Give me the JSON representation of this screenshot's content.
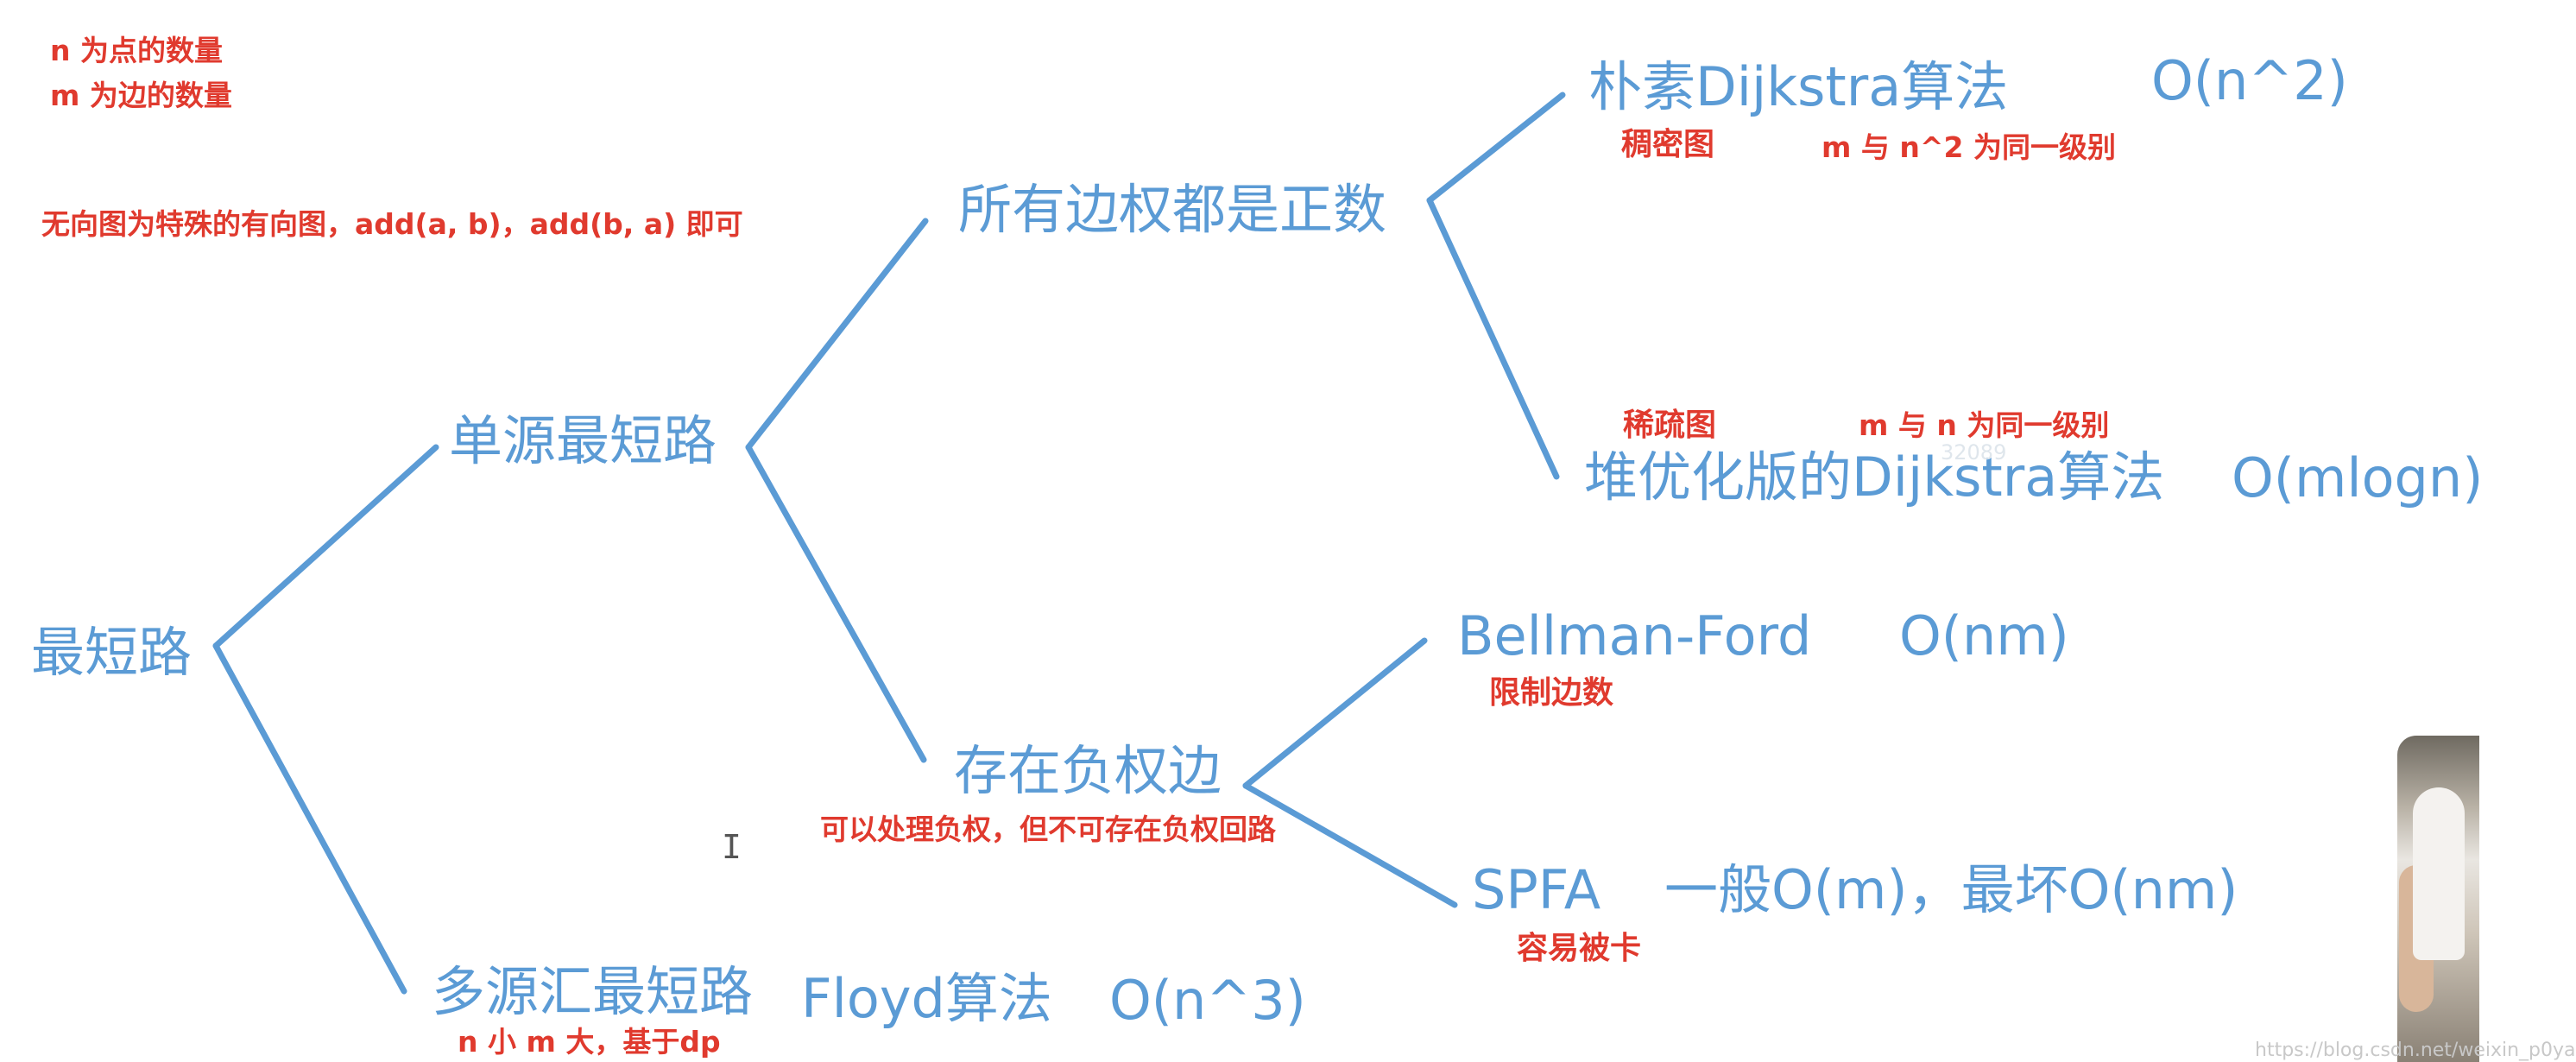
{
  "top_notes": {
    "n_line": "n  为点的数量",
    "m_line": "m 为边的数量",
    "undirected_line": "无向图为特殊的有向图，add(a, b)，add(b, a) 即可"
  },
  "nodes": {
    "root": "最短路",
    "single_source": "单源最短路",
    "all_positive": "所有边权都是正数",
    "naive_dijkstra": "朴素Dijkstra算法",
    "naive_dijkstra_complexity": "O(n^2)",
    "heap_dijkstra": "堆优化版的Dijkstra算法",
    "heap_dijkstra_complexity": "O(mlogn)",
    "negative_edges": "存在负权边",
    "bellman_ford": "Bellman-Ford",
    "bellman_ford_complexity": "O(nm)",
    "spfa": "SPFA",
    "spfa_complexity": "一般O(m)，最坏O(nm)",
    "multi_source": "多源汇最短路",
    "floyd": "Floyd算法",
    "floyd_complexity": "O(n^3)"
  },
  "annotations": {
    "dense_graph": "稠密图",
    "dense_relation": "m 与  n^2 为同一级别",
    "sparse_graph": "稀疏图",
    "sparse_relation": "m 与  n 为同一级别",
    "bellman_ford_note": "限制边数",
    "negative_note": "可以处理负权，但不可存在负权回路",
    "spfa_note": "容易被卡",
    "floyd_note": "n 小 m 大，基于dp"
  },
  "watermarks": {
    "center": "32089",
    "corner": "https://blog.csdn.net/weixin_p0ya"
  },
  "colors": {
    "branch": "#5b9bd5",
    "node_text": "#5b9bd5",
    "note_text": "#e03a2e",
    "background": "#ffffff"
  }
}
